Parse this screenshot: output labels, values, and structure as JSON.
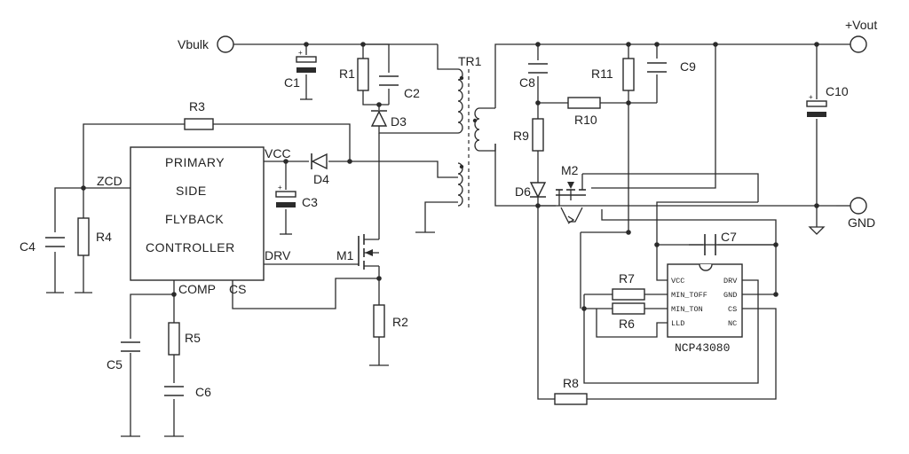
{
  "terminals": {
    "vbulk": "Vbulk",
    "vout": "+Vout",
    "gnd": "GND"
  },
  "controller": {
    "line1": "PRIMARY",
    "line2": "SIDE",
    "line3": "FLYBACK",
    "line4": "CONTROLLER",
    "pin_vcc": "VCC",
    "pin_zcd": "ZCD",
    "pin_drv": "DRV",
    "pin_comp": "COMP",
    "pin_cs": "CS"
  },
  "ic": {
    "name": "NCP43080",
    "pin_vcc": "VCC",
    "pin_min_toff": "MIN_TOFF",
    "pin_min_ton": "MIN_TON",
    "pin_lld": "LLD",
    "pin_drv": "DRV",
    "pin_gnd": "GND",
    "pin_cs": "CS",
    "pin_nc": "NC"
  },
  "labels": {
    "c1": "C1",
    "c2": "C2",
    "c3": "C3",
    "c4": "C4",
    "c5": "C5",
    "c6": "C6",
    "c7": "C7",
    "c8": "C8",
    "c9": "C9",
    "c10": "C10",
    "r1": "R1",
    "r2": "R2",
    "r3": "R3",
    "r4": "R4",
    "r5": "R5",
    "r6": "R6",
    "r7": "R7",
    "r8": "R8",
    "r9": "R9",
    "r10": "R10",
    "r11": "R11",
    "d3": "D3",
    "d4": "D4",
    "d6": "D6",
    "m1": "M1",
    "m2": "M2",
    "tr1": "TR1"
  },
  "polarity_mark": "+"
}
